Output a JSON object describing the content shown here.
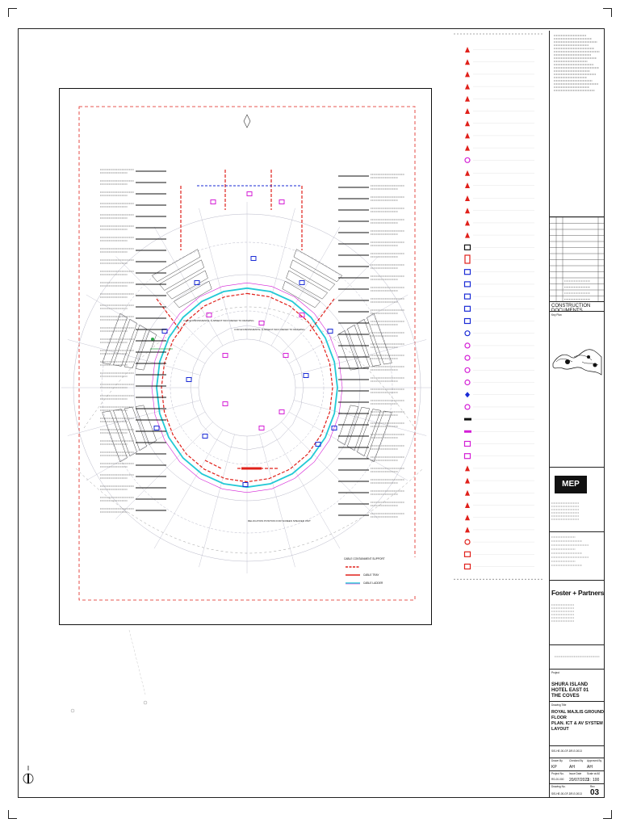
{
  "drawing": {
    "status": "CONSTRUCTION DOCUMENTS",
    "key_plan_label": "Key Plan",
    "architect": "Foster + Partners",
    "engineer_logo_text": "MEP",
    "project_label": "Project",
    "project_lines": [
      "SHURA ISLAND",
      "HOTEL EAST 01",
      "THE COVES"
    ],
    "title_label": "Drawing Title",
    "title_lines": [
      "ROYAL MAJLIS GROUND FLOOR",
      "PLAN. ICT & AV SYSTEM LAYOUT"
    ],
    "drawn_by_label": "Drawn By",
    "drawn_by": "KP",
    "checked_by_label": "Checked By",
    "checked_by": "AH",
    "approved_by_label": "Approved By",
    "approved_by": "AH",
    "project_no_label": "Project No.",
    "project_no": "RS-00-000",
    "date_label": "Issue Date",
    "date": "20/07/2023",
    "scale_label": "Scale at A0",
    "scale": "1 : 100",
    "drawing_no_label": "Drawing No.",
    "drawing_no": "SIS-HE-00-GF-DR-E-0013",
    "revision_label": "Rev",
    "revision": "03",
    "plan_callout_1": "FOR ENVIRONMENTAL & ABSENT INFO REFER TO DRAWING",
    "plan_callout_2": "FOR ENVIRONMENTAL & ABSENT INFO REFER TO DRAWING",
    "plan_callout_bottom": "RELOCATION POSITION FOR SCREEN SPEAKER UNIT",
    "legend_footer": [
      "CABLE CONTAINMENT SUPPORT",
      "CABLE TRAY",
      "CABLE LADDER"
    ]
  },
  "colors": {
    "ink": "#111111",
    "red": "#e0201a",
    "blue": "#1a2bd6",
    "magenta": "#d41fd6",
    "cyan": "#22c9d6",
    "green": "#2aa84a",
    "grey": "#b8b8c8"
  }
}
